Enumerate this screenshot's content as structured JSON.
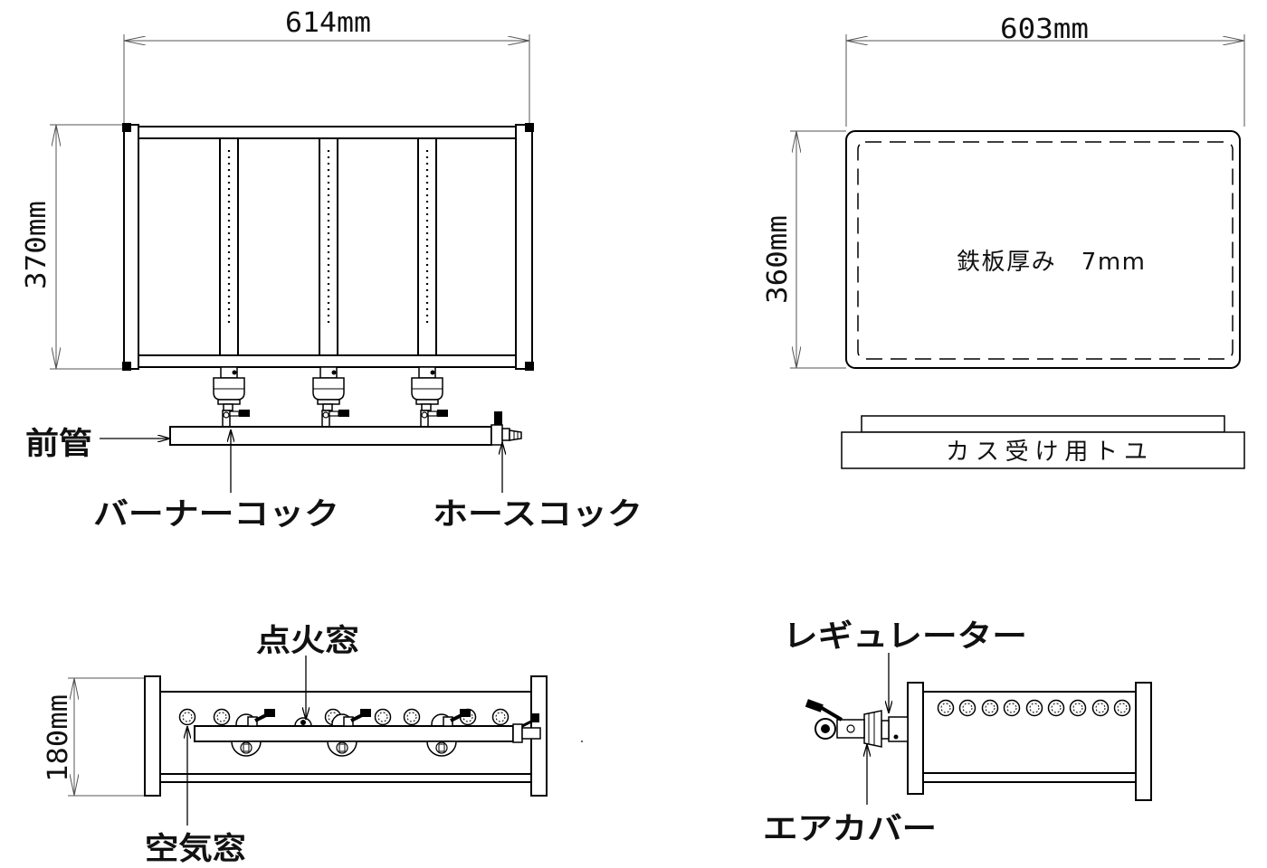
{
  "dimensions": {
    "top_width": "614mm",
    "top_depth": "370mm",
    "plate_width": "603mm",
    "plate_depth": "360mm",
    "side_height": "180mm"
  },
  "labels": {
    "plate_thickness": "鉄板厚み　7mm",
    "grease_tray": "カス受け用トユ",
    "front_pipe": "前管",
    "burner_cock": "バーナーコック",
    "hose_cock": "ホースコック",
    "ignition_window": "点火窓",
    "air_window": "空気窓",
    "regulator": "レギュレーター",
    "air_cover": "エアカバー"
  }
}
